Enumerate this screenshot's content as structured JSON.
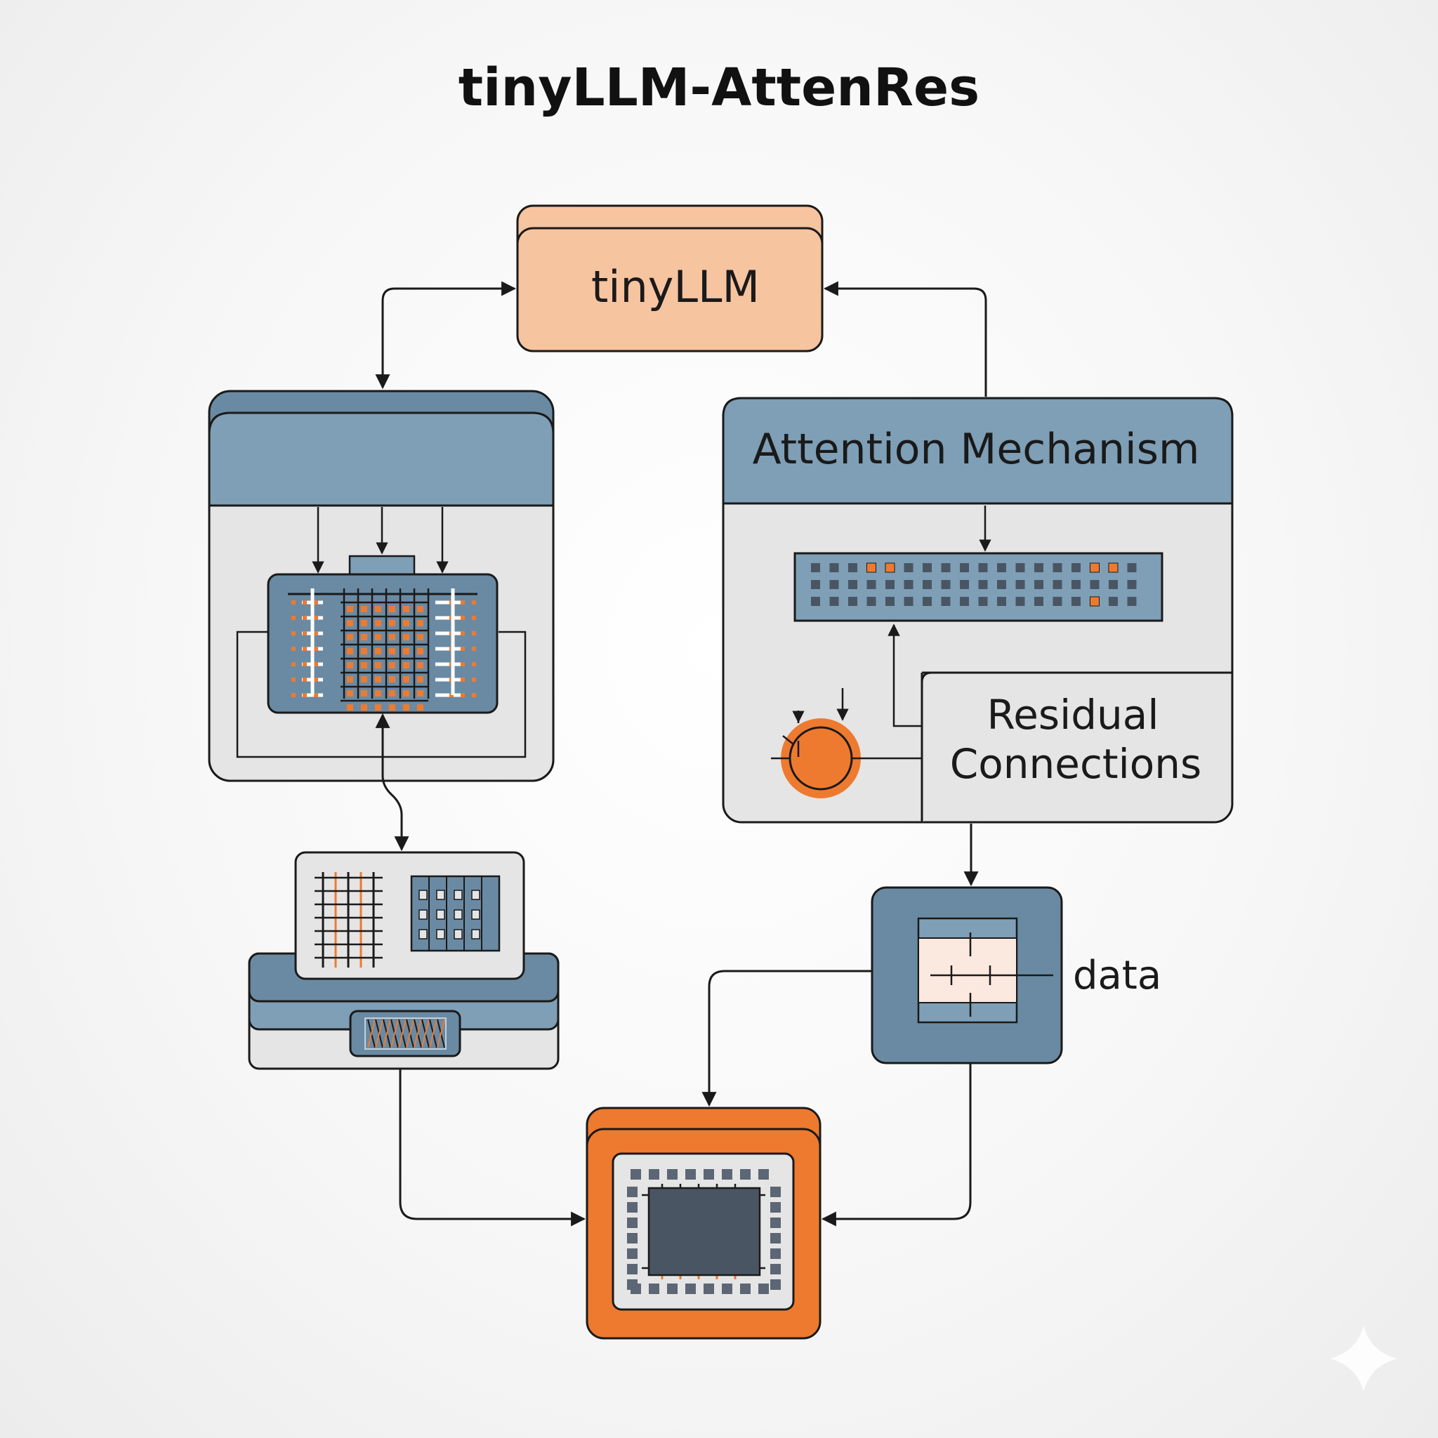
{
  "title": "tinyLLM-AttenRes",
  "nodes": {
    "tinyllm": {
      "label": "tinyLLM"
    },
    "attention": {
      "label": "Attention Mechanism"
    },
    "residual": {
      "line1": "Residual",
      "line2": "Connections"
    },
    "data": {
      "label": "data"
    }
  },
  "colors": {
    "peach": "#f7c4a0",
    "steel": "#7e9fb6",
    "steel_dark": "#6a8aa3",
    "panel": "#e5e5e5",
    "orange": "#ee7a2f",
    "chip": "#4a5563",
    "ink": "#1a1a1a"
  }
}
